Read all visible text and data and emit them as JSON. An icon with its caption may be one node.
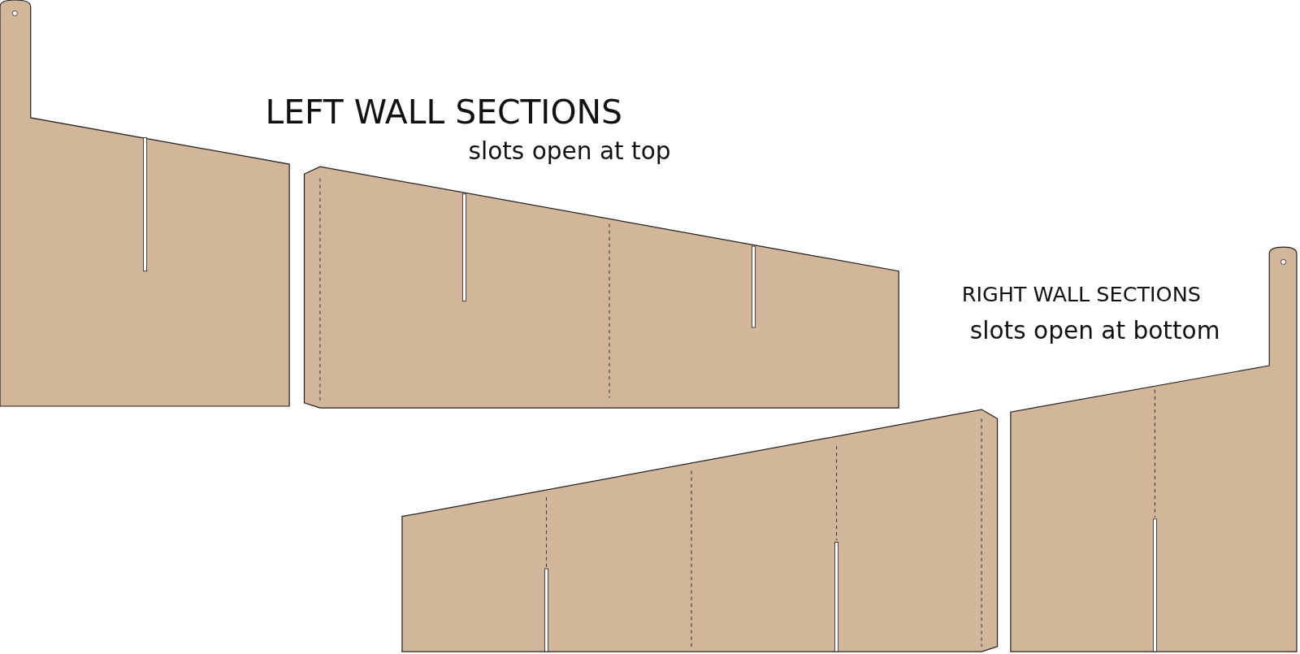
{
  "diagram": {
    "labels": [
      "LEFT WALL SECTIONS",
      "slots open at top",
      "RIGHT WALL SECTIONS",
      "slots open at bottom"
    ]
  }
}
